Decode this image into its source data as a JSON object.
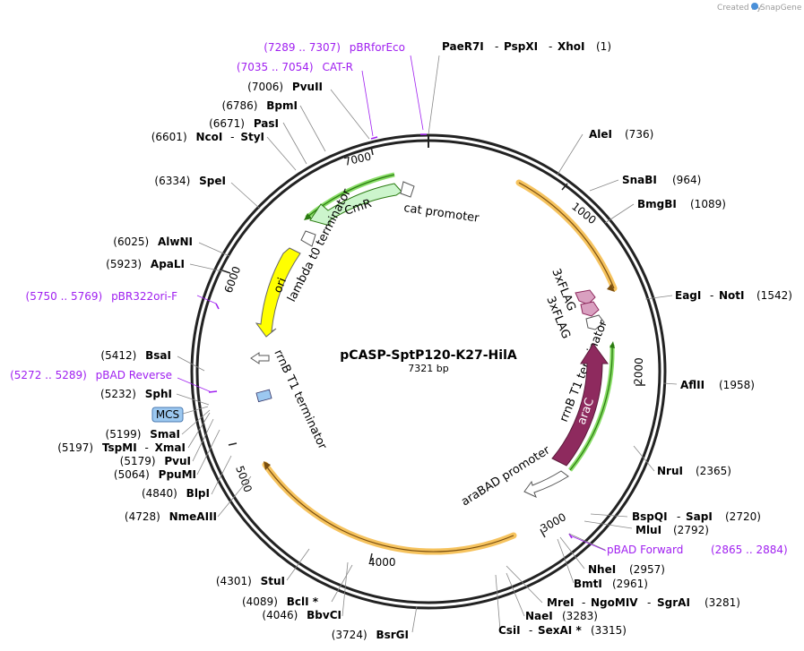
{
  "credit": {
    "prefix": "Created by",
    "brand": "SnapGene"
  },
  "plasmid": {
    "name": "pCASP-SptP120-K27-HilA",
    "size": "7321 bp"
  },
  "ticks": [
    "1000",
    "2000",
    "3000",
    "4000",
    "5000",
    "6000",
    "7000"
  ],
  "right_sites": [
    {
      "name": "PaeR7I",
      "sep1": "-",
      "name2": "PspXI",
      "sep2": "-",
      "name3": "XhoI",
      "pos": "(1)"
    },
    {
      "name": "AleI",
      "pos": "(736)"
    },
    {
      "name": "SnaBI",
      "pos": "(964)"
    },
    {
      "name": "BmgBI",
      "pos": "(1089)"
    },
    {
      "name": "EagI",
      "sep1": "-",
      "name2": "NotI",
      "pos": "(1542)"
    },
    {
      "name": "AflII",
      "pos": "(1958)"
    },
    {
      "name": "NruI",
      "pos": "(2365)"
    },
    {
      "name": "BspQI",
      "sep1": "-",
      "name2": "SapI",
      "pos": "(2720)"
    },
    {
      "name": "MluI",
      "pos": "(2792)"
    },
    {
      "name": "NheI",
      "pos": "(2957)"
    },
    {
      "name": "BmtI",
      "pos": "(2961)"
    },
    {
      "name": "MreI",
      "sep1": "-",
      "name2": "NgoMIV",
      "sep2": "-",
      "name3": "SgrAI",
      "pos": "(3281)"
    },
    {
      "name": "NaeI",
      "pos": "(3283)"
    },
    {
      "name": "CsiI",
      "sep1": "-",
      "name2": "SexAI *",
      "pos": "(3315)"
    }
  ],
  "left_sites": [
    {
      "pos": "(3724)",
      "name": "BsrGI"
    },
    {
      "pos": "(4046)",
      "name": "BbvCI"
    },
    {
      "pos": "(4089)",
      "name": "BclI *"
    },
    {
      "pos": "(4301)",
      "name": "StuI"
    },
    {
      "pos": "(4728)",
      "name": "NmeAIII"
    },
    {
      "pos": "(4840)",
      "name": "BlpI"
    },
    {
      "pos": "(5064)",
      "name": "PpuMI"
    },
    {
      "pos": "(5179)",
      "name": "PvuI"
    },
    {
      "pos": "(5197)",
      "name": "TspMI",
      "sep": "-",
      "name2": "XmaI"
    },
    {
      "pos": "(5199)",
      "name": "SmaI"
    },
    {
      "pos": "(5232)",
      "name": "SphI"
    },
    {
      "pos": "(5412)",
      "name": "BsaI"
    },
    {
      "pos": "(5923)",
      "name": "ApaLI"
    },
    {
      "pos": "(6025)",
      "name": "AlwNI"
    },
    {
      "pos": "(6334)",
      "name": "SpeI"
    },
    {
      "pos": "(6601)",
      "name": "NcoI",
      "sep": "-",
      "name2": "StyI"
    },
    {
      "pos": "(6671)",
      "name": "PasI"
    },
    {
      "pos": "(6786)",
      "name": "BpmI"
    },
    {
      "pos": "(7006)",
      "name": "PvuII"
    }
  ],
  "primers": {
    "pBRforEco": {
      "range": "(7289 .. 7307)",
      "name": "pBRforEco"
    },
    "CAT_R": {
      "range": "(7035 .. 7054)",
      "name": "CAT-R"
    },
    "pBR322ori_F": {
      "range": "(5750 .. 5769)",
      "name": "pBR322ori-F"
    },
    "pBAD_Reverse": {
      "range": "(5272 .. 5289)",
      "name": "pBAD Reverse"
    },
    "pBAD_Forward": {
      "name": "pBAD Forward",
      "range": "(2865 .. 2884)"
    }
  },
  "features": {
    "mcs": "MCS",
    "cmr": "CmR",
    "cat_promoter": "cat promoter",
    "lambda_t0": "lambda t0 terminator",
    "ori": "ori",
    "rrnb_left": "rrnB T1 terminator",
    "flag1": "3xFLAG",
    "flag2": "3xFLAG",
    "rrnb_right": "rrnB T1 terminator",
    "arac": "araC",
    "arabad": "araBAD promoter"
  },
  "colors": {
    "backbone": "#222222",
    "orf_outline": "#f5b942",
    "cmr": "#ccf5cc",
    "cmr_outline": "#44aa22",
    "ori": "#ffff00",
    "arac": "#8e2a5e",
    "flag": "#d9a0c0",
    "primer": "#a020f0",
    "mcs": "#9cc8f0"
  }
}
